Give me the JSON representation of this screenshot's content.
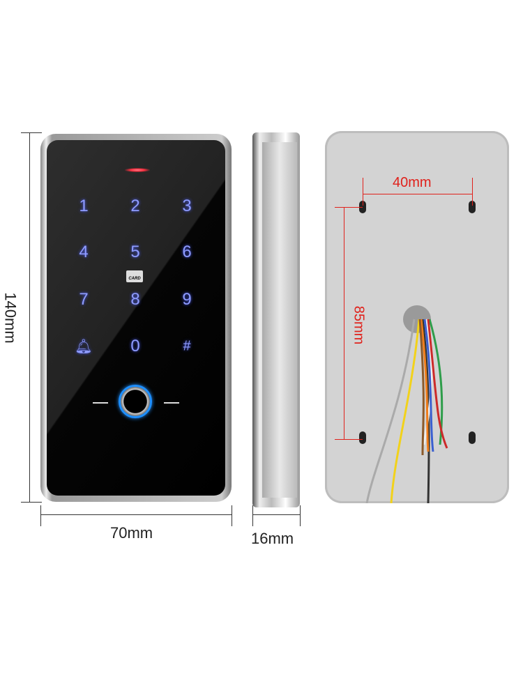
{
  "keypad": {
    "keys": [
      "1",
      "2",
      "3",
      "4",
      "5",
      "6",
      "7",
      "8",
      "9",
      "bell-icon",
      "0",
      "#"
    ],
    "card_label": "CARD"
  },
  "dimensions": {
    "height": "140mm",
    "width": "70mm",
    "depth": "16mm",
    "hole_horizontal": "40mm",
    "hole_vertical": "85mm"
  },
  "colors": {
    "key_glow": "#8f9cff",
    "fingerprint_ring": "#1e8fff",
    "dimension_red": "#e0211b",
    "led": "#ff5a6a"
  }
}
